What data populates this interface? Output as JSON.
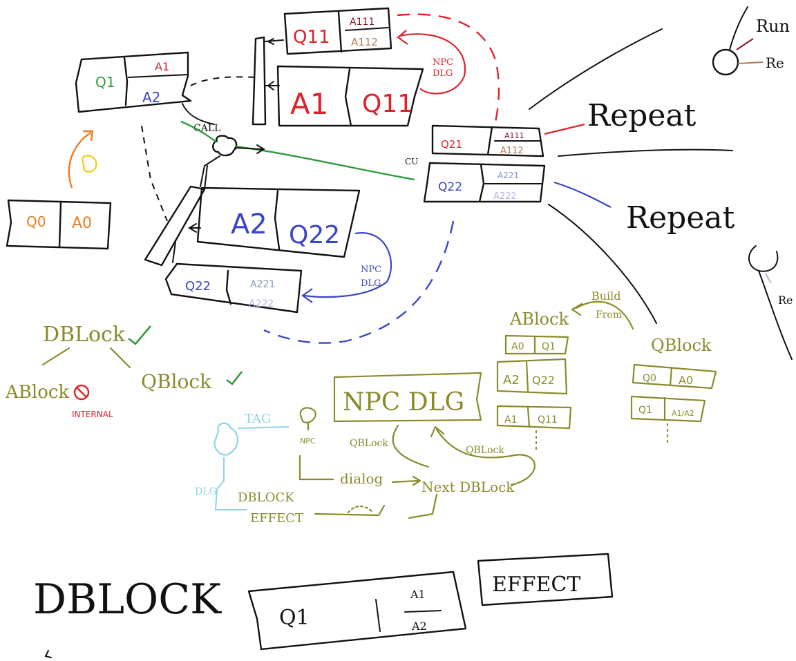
{
  "colors": {
    "ink": "#111111",
    "red": "#e0202a",
    "darkred": "#8b1020",
    "tan": "#b07a55",
    "green": "#2f9a3a",
    "blue": "#3a44c8",
    "lightblue": "#7f97c8",
    "lavender": "#b8b2dc",
    "orange": "#f07a20",
    "yellow": "#f0d020",
    "olive": "#8a8a2a",
    "cyan": "#8fd2e8"
  },
  "labels": {
    "q11": "Q11",
    "a111": "A111",
    "a112": "A112",
    "a1_big": "A1",
    "q11_big": "Q11",
    "npc_dlg_red": [
      "NPC",
      "DLG"
    ],
    "q1_green": "Q1",
    "a1_red": "A1",
    "a2_blue": "A2",
    "call": "CALL",
    "q0": "Q0",
    "a0": "A0",
    "a2_big": "A2",
    "q22_big": "Q22",
    "q22": "Q22",
    "a221": "A221",
    "a222": "A222",
    "npc_dlg_blue": [
      "NPC",
      "DLG"
    ],
    "q21": "Q21",
    "q22_right": "Q22",
    "a221_right": "A221",
    "a222_right": "A222",
    "a111_right": "A111",
    "a112_right": "A112",
    "cu": "CU",
    "repeat_top": "Repeat",
    "repeat_mid": "Repeat",
    "run": "Run",
    "re": "Re",
    "re2": "Re",
    "dblock_olive": "DBLock",
    "ablock_olive": "ABlock",
    "qblock_olive": "QBlock",
    "internal": "INTERNAL",
    "tag": "TAG",
    "npc_small": "NPC",
    "npc_dlg_box": "NPC DLG",
    "qblock_arrow1": "QBLock",
    "qblock_arrow2": "QBLock",
    "dialog": "dialog",
    "next_dblock": "Next DBLock",
    "dblock_effect": [
      "DBLOCK",
      "EFFECT"
    ],
    "dlg_cyan": "DLG",
    "ablock_right": "ABlock",
    "build_from": [
      "Build",
      "From"
    ],
    "qblock_right": "QBlock",
    "ab_rows": [
      [
        "A0",
        "Q1"
      ],
      [
        "A2",
        "Q22"
      ],
      [
        "A1",
        "Q11"
      ]
    ],
    "qb_rows": [
      [
        "Q0",
        "A0"
      ],
      [
        "Q1",
        "A1/A2"
      ]
    ],
    "dblock_big": "DBLOCK",
    "bottom_q1": "Q1",
    "bottom_a1": "A1",
    "bottom_a2": "A2",
    "effect_box": "EFFECT"
  }
}
